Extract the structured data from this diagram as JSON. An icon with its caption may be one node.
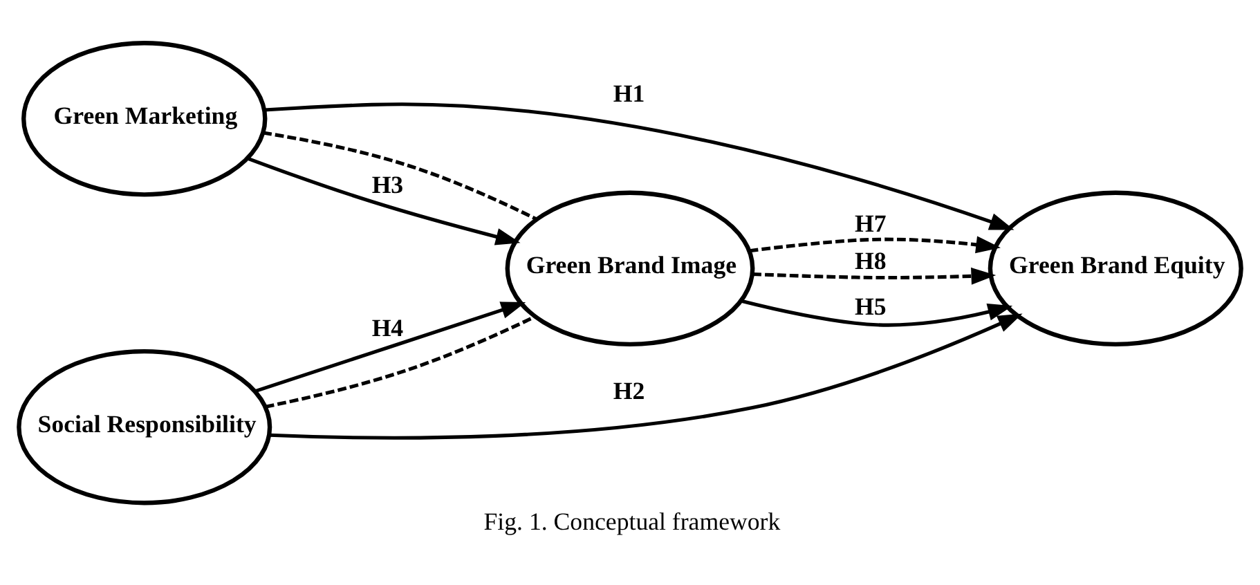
{
  "diagram": {
    "caption": "Fig. 1. Conceptual framework",
    "nodes": [
      {
        "text": [
          "Green Marketing"
        ]
      },
      {
        "text": [
          "Green Brand Image"
        ]
      },
      {
        "text": [
          "Green Brand Equity"
        ]
      },
      {
        "text": [
          "Social Responsibility"
        ]
      }
    ],
    "edges": [
      {
        "from": 0,
        "to": 2,
        "arrow": "to",
        "label": "H1"
      },
      {
        "from": 0,
        "to": 1,
        "arrow": "none",
        "style": "dashed"
      },
      {
        "from": 0,
        "to": 1,
        "arrow": "to",
        "label": "H3"
      },
      {
        "from": 1,
        "to": 2,
        "arrow": "to",
        "label": "H8",
        "style": "dashed"
      },
      {
        "from": 1,
        "to": 2,
        "arrow": "to",
        "label": "H5"
      },
      {
        "from": 1,
        "to": 2,
        "arrow": "to",
        "label": "H7",
        "style": "dashed"
      },
      {
        "from": 3,
        "to": 1,
        "arrow": "to",
        "label": "H4"
      },
      {
        "from": 3,
        "to": 1,
        "arrow": "none",
        "style": "dashed"
      },
      {
        "from": 3,
        "to": 2,
        "arrow": "to",
        "label": "H2"
      }
    ]
  }
}
